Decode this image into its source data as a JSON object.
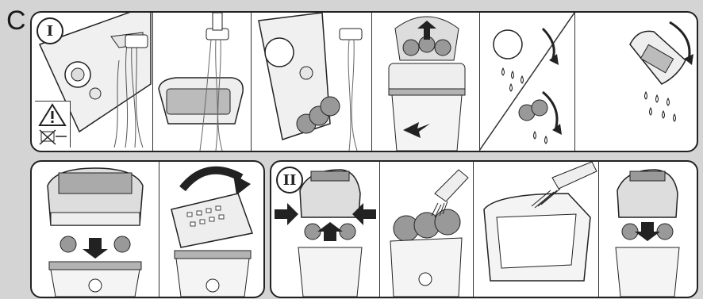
{
  "section_label": "C",
  "step_one": {
    "badge": "I"
  },
  "step_two": {
    "badge": "II"
  },
  "icons": {
    "warning": "warning-triangle-icon",
    "no_mains": "crossed-out-plug-icon",
    "arrow": "arrow-icon",
    "water": "water-drops-icon"
  },
  "colors": {
    "outline": "#222222",
    "device_fill": "#eeeeee",
    "ring": "#b3b3b3",
    "background": "#d4d4d4"
  }
}
